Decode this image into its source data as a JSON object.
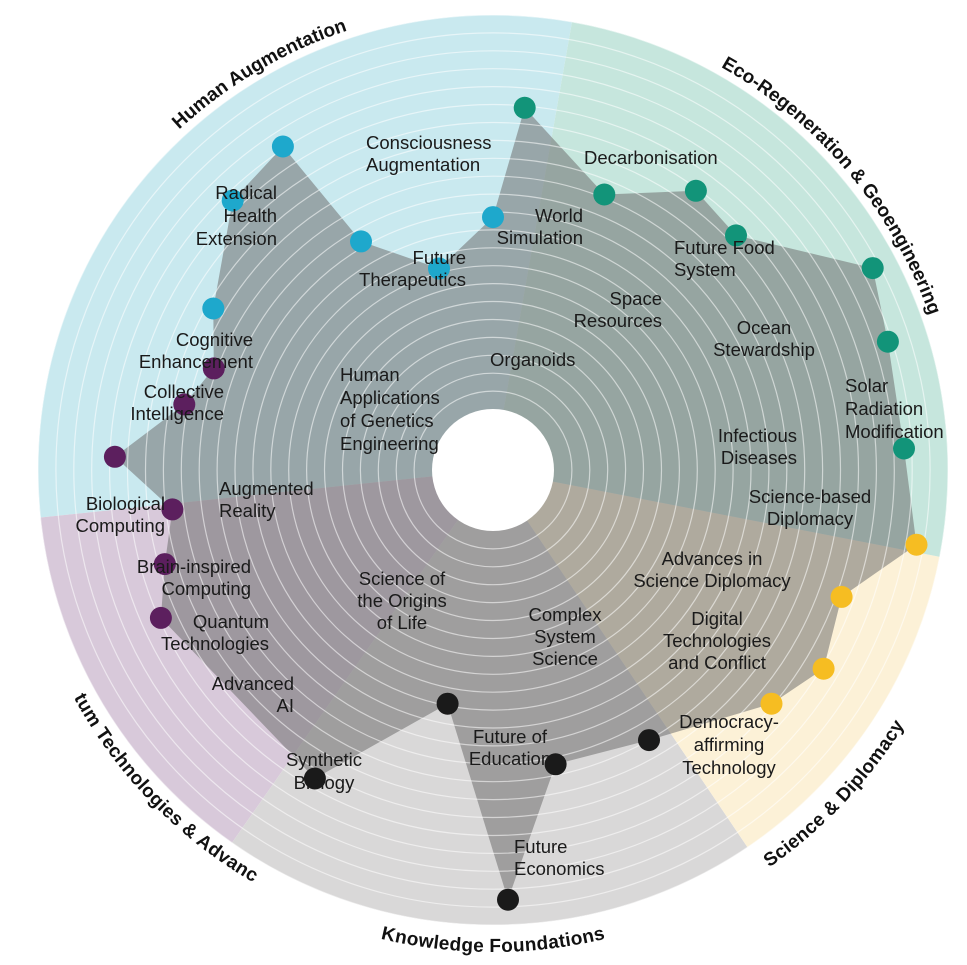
{
  "chart_data": {
    "type": "radar",
    "title": "",
    "ring_count": 22,
    "colors": {
      "background": "#ffffff",
      "center_hole": "#ffffff",
      "ring_line": "#ffffff",
      "polygon_fill": "#6f6f6f"
    },
    "sectors": [
      {
        "name": "Human Augmentation",
        "color": "#1ea8cc",
        "bg": "#c9e9ef",
        "points": [
          {
            "label": "Organoids",
            "value": 0.4
          },
          {
            "label": "Future Therapeutics",
            "value": 0.52
          },
          {
            "label": "Consciousness Augmentation",
            "value": 0.88
          },
          {
            "label": "Radical Health Extension",
            "value": 0.85
          },
          {
            "label": "Human Applications of Genetics Engineering",
            "value": 0.55
          },
          {
            "label": "Cognitive Enhancement",
            "value": 0.71
          }
        ]
      },
      {
        "name": "Quantum Technologies & Advanced AI",
        "color": "#5c1f5e",
        "bg": "#d8c9da",
        "points": [
          {
            "label": "Collective Intelligence",
            "value": 0.64
          },
          {
            "label": "Augmented Reality",
            "value": 0.69
          },
          {
            "label": "Biological Computing",
            "value": 0.86
          },
          {
            "label": "Brain-inspired Computing",
            "value": 0.71
          },
          {
            "label": "Quantum Technologies",
            "value": 0.76
          },
          {
            "label": "Advanced AI",
            "value": 0.82
          }
        ]
      },
      {
        "name": "Knowledge Foundations",
        "color": "#1a1a1a",
        "bg": "#d9d8d8",
        "points": [
          {
            "label": "Synthetic Biology",
            "value": 0.8
          },
          {
            "label": "Science of the Origins of Life",
            "value": 0.48
          },
          {
            "label": "Future Economics",
            "value": 1.0
          },
          {
            "label": "Future of Education",
            "value": 0.65
          },
          {
            "label": "Complex System Science",
            "value": 0.68
          }
        ]
      },
      {
        "name": "Science & Diplomacy",
        "color": "#f6bd22",
        "bg": "#fcf1d7",
        "points": [
          {
            "label": "Democracy-affirming Technology",
            "value": 0.82
          },
          {
            "label": "Digital Technologies and Conflict",
            "value": 0.88
          },
          {
            "label": "Advances in Science Diplomacy",
            "value": 0.84
          },
          {
            "label": "Science-based Diplomacy",
            "value": 1.0
          }
        ]
      },
      {
        "name": "Eco-Regeneration & Geoengineering",
        "color": "#129479",
        "bg": "#c6e6dd",
        "points": [
          {
            "label": "Infectious Diseases",
            "value": 0.95
          },
          {
            "label": "Solar Radiation Modification",
            "value": 0.96
          },
          {
            "label": "Ocean Stewardship",
            "value": 1.0
          },
          {
            "label": "Space Resources",
            "value": 0.75
          },
          {
            "label": "Future Food System",
            "value": 0.77
          },
          {
            "label": "World Simulation",
            "value": 0.64
          },
          {
            "label": "Decarbonisation",
            "value": 0.82
          }
        ]
      }
    ]
  }
}
